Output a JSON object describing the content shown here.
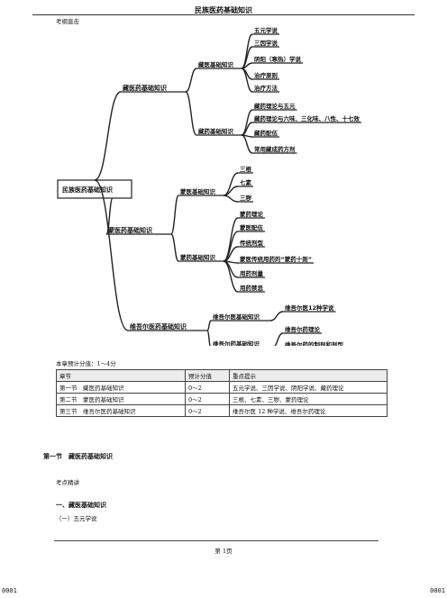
{
  "header": {
    "title": "民族医药基础知识",
    "subtitle": "考纲直击"
  },
  "mindmap": {
    "root": "民族医药基础知识",
    "branches": [
      {
        "label": "藏医药基础知识",
        "groups": [
          {
            "label": "藏医基础知识",
            "items": [
              "五元学说",
              "三因学说",
              "阴阳（寒热）学说",
              "治疗原则",
              "治疗方法"
            ]
          },
          {
            "label": "藏药基础知识",
            "items": [
              "藏药理论与五元",
              "藏药理论与六味、三化味、八性、十七效",
              "藏药配伍",
              "常用藏成药方剂"
            ]
          }
        ]
      },
      {
        "label": "蒙医药基础知识",
        "groups": [
          {
            "label": "蒙医基础知识",
            "items": [
              "三根",
              "七素",
              "三秽"
            ]
          },
          {
            "label": "蒙药基础知识",
            "items": [
              "蒙药理论",
              "蒙医配伍",
              "传统剂型",
              "蒙医传统用药的“蒙药十则”",
              "用药剂量",
              "用药禁忌"
            ]
          }
        ]
      },
      {
        "label": "维吾尔医药基础知识",
        "groups": [
          {
            "label": "维吾尔医基础知识",
            "items": [
              "维吾尔医12种学说"
            ]
          },
          {
            "label": "维吾尔药基础知识",
            "items": [
              "维吾尔药理论",
              "维吾尔药的制剂和剂型"
            ]
          }
        ]
      }
    ]
  },
  "score_table": {
    "caption": "本章预计分值：1～4分",
    "headers": [
      "章节",
      "预计分值",
      "重点提示"
    ],
    "rows": [
      [
        "第一节　藏医药基础知识",
        "0～2",
        "五元学说、三因学说、阴阳学说、藏药理论"
      ],
      [
        "第二节　蒙医药基础知识",
        "0～2",
        "三根、七素、三秽、蒙药理论"
      ],
      [
        "第三节　维吾尔医药基础知识",
        "0～2",
        "维吾尔医 12 种学说、维吾尔药理论"
      ]
    ]
  },
  "body": {
    "section_title": "第一节　藏医药基础知识",
    "intro": "考点精讲",
    "heading1": "一、藏医基础知识",
    "subheading": "（一）五元学说"
  },
  "footer": {
    "page_label": "第 1页",
    "corner_left": "0001",
    "corner_right": "0001"
  }
}
